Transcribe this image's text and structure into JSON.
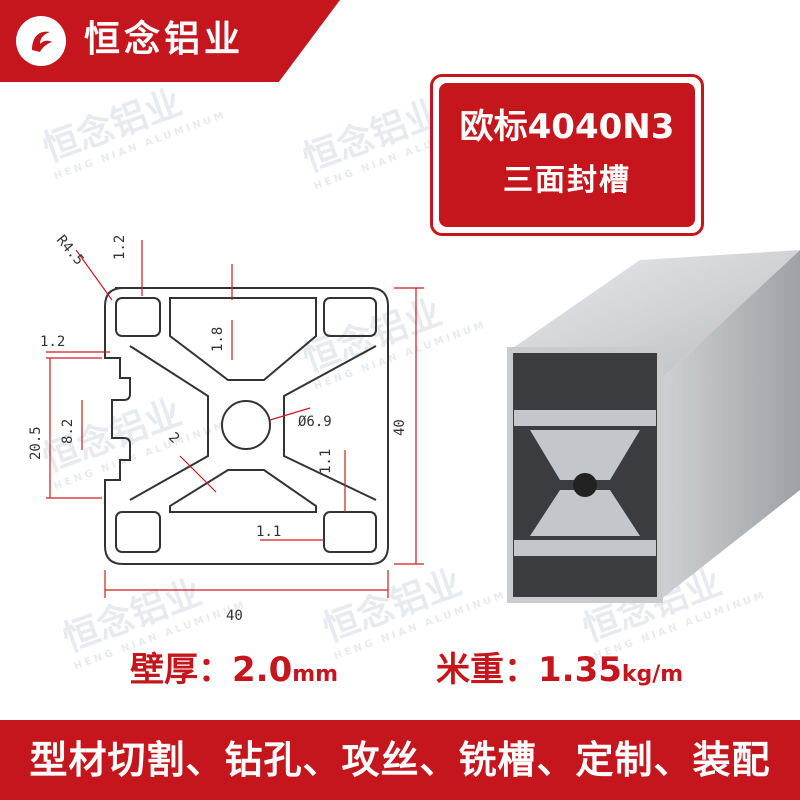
{
  "brand": {
    "name": "恒念铝业"
  },
  "watermark": {
    "text": "恒念铝业",
    "sub": "HENG NIAN ALUMINUM"
  },
  "model": {
    "line1": "欧标4040N3",
    "line2": "三面封槽"
  },
  "drawing": {
    "dims": {
      "r": "R4.5",
      "t1": "1.2",
      "t2": "1.2",
      "d18": "1.8",
      "h205": "20.5",
      "h82": "8.2",
      "w2": "2",
      "dia": "Ø6.9",
      "d11a": "1.1",
      "d11b": "1.1",
      "w40": "40",
      "h40": "40"
    }
  },
  "specs": {
    "wall_label": "壁厚：",
    "wall_value": "2.0",
    "wall_unit": "mm",
    "weight_label": "米重：",
    "weight_value": "1.35",
    "weight_unit": "kg/m"
  },
  "footer": {
    "text": "型材切割、钻孔、攻丝、铣槽、定制、装配"
  },
  "colors": {
    "accent": "#c4161c",
    "dimension": "#d01a20",
    "profile": "#b5b8bc"
  }
}
